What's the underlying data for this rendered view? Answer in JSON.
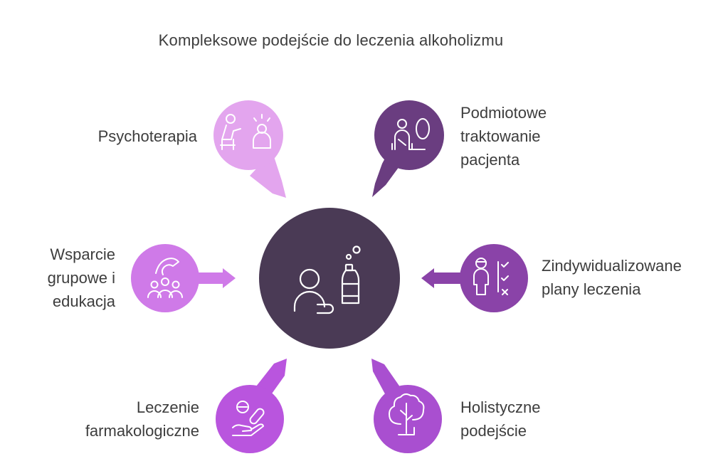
{
  "title": "Kompleksowe podejście do leczenia alkoholizmu",
  "center": {
    "icon": "person-with-bottle-icon",
    "color": "#4a3a55"
  },
  "nodes": [
    {
      "id": "psychoterapia",
      "label": "Psychoterapia",
      "icon": "therapy-session-icon",
      "color": "#e3a5ee"
    },
    {
      "id": "podmiotowe",
      "label": "Podmiotowe\ntraktowanie\npacjenta",
      "icon": "patient-consultation-icon",
      "color": "#6a3d80"
    },
    {
      "id": "wsparcie",
      "label": "Wsparcie\ngrupowe i\nedukacja",
      "icon": "support-group-icon",
      "color": "#cf7ae8"
    },
    {
      "id": "zindywidualizowane",
      "label": "Zindywidualizowane\nplany leczenia",
      "icon": "personalized-checklist-icon",
      "color": "#8a43a8"
    },
    {
      "id": "leczenie",
      "label": "Leczenie\nfarmakologiczne",
      "icon": "pills-in-hand-icon",
      "color": "#b955de"
    },
    {
      "id": "holistyczne",
      "label": "Holistyczne\npodejście",
      "icon": "tree-icon",
      "color": "#a94fd0"
    }
  ]
}
